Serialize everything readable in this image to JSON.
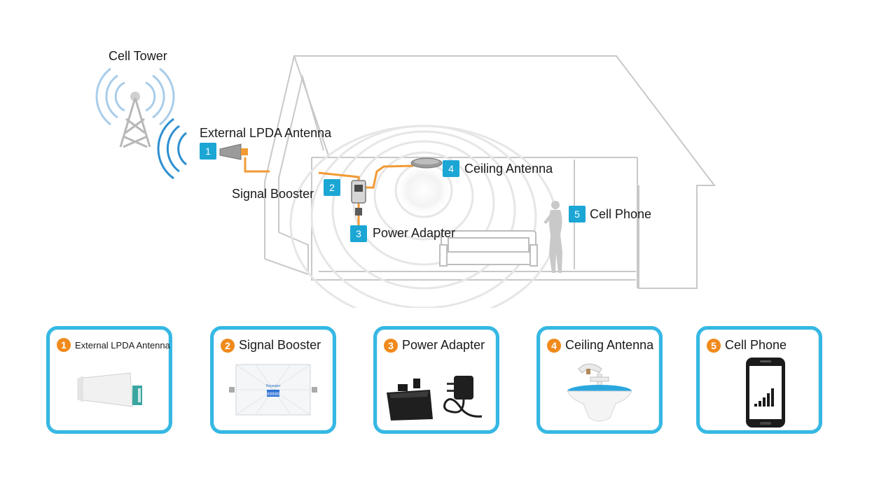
{
  "scene": {
    "labels": {
      "tower": "Cell Tower",
      "antenna": "External LPDA Antenna",
      "booster": "Signal Booster",
      "adapter": "Power Adapter",
      "ceiling": "Ceiling Antenna",
      "phone": "Cell Phone"
    },
    "badges": [
      "1",
      "2",
      "3",
      "4",
      "5"
    ]
  },
  "cards": [
    {
      "num": "1",
      "title": "External LPDA Antenna"
    },
    {
      "num": "2",
      "title": "Signal Booster"
    },
    {
      "num": "3",
      "title": "Power Adapter"
    },
    {
      "num": "4",
      "title": "Ceiling Antenna"
    },
    {
      "num": "5",
      "title": "Cell Phone"
    }
  ],
  "booster_screen": {
    "brand": "Repeater",
    "display": "88888"
  },
  "colors": {
    "accent": "#35b8e3",
    "badge": "#1ba6d4",
    "number": "#f08a1c",
    "cable": "#f29a35",
    "wave": "#2d8fd0"
  }
}
